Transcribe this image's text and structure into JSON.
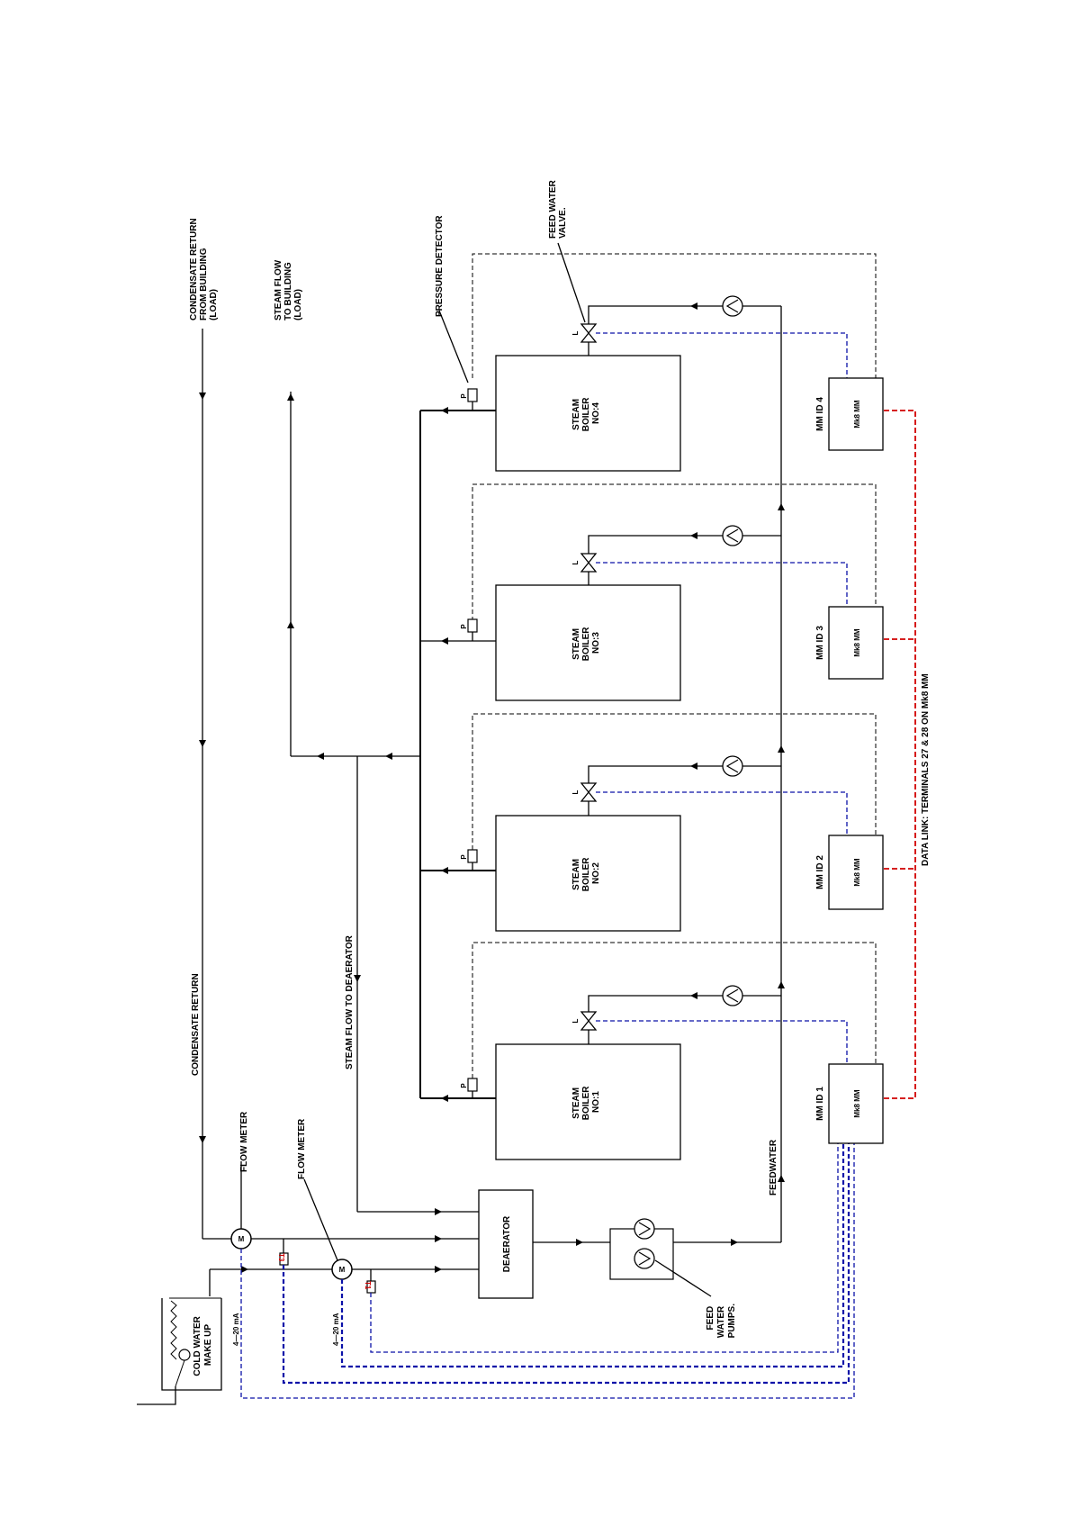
{
  "labels": {
    "condensate_return_from_building": [
      "CONDENSATE RETURN",
      "FROM BUILDING",
      "(LOAD)"
    ],
    "steam_flow_to_building": [
      "STEAM FLOW",
      "TO BUILDING",
      "(LOAD)"
    ],
    "pressure_detector": "PRESSURE DETECTOR",
    "feed_water_valve": [
      "FEED WATER",
      "VALVE."
    ],
    "condensate_return": "CONDENSATE RETURN",
    "steam_flow_to_deaerator": "STEAM FLOW TO DEAERATOR",
    "flow_meter_1": "FLOW METER",
    "flow_meter_2": "FLOW METER",
    "feedwater": "FEEDWATER",
    "feed_water_pumps": [
      "FEED",
      "WATER",
      "PUMPS."
    ],
    "deaerator": "DEAERATOR",
    "cold_water_make_up": [
      "COLD WATER",
      "MAKE UP"
    ],
    "data_link": "DATA LINK: TERMINALS 27 & 28 ON Mk8 MM",
    "ma_1": "4—20 mA",
    "ma_2": "4—20 mA",
    "t1": "T1",
    "t3": "T3",
    "meter_symbol": "M",
    "pressure_symbol": "P",
    "ls_symbol": "L",
    "mm_unit": "Mk8 MM"
  },
  "boilers": [
    {
      "lines": [
        "STEAM",
        "BOILER",
        "NO:1"
      ],
      "mm_id": "MM ID 1"
    },
    {
      "lines": [
        "STEAM",
        "BOILER",
        "NO:2"
      ],
      "mm_id": "MM ID 2"
    },
    {
      "lines": [
        "STEAM",
        "BOILER",
        "NO:3"
      ],
      "mm_id": "MM ID 3"
    },
    {
      "lines": [
        "STEAM",
        "BOILER",
        "NO:4"
      ],
      "mm_id": "MM ID 4"
    }
  ],
  "colors": {
    "signal_blue": "#0b12a8",
    "data_link_red": "#d10000",
    "temperature_tag_red": "#d10000"
  }
}
